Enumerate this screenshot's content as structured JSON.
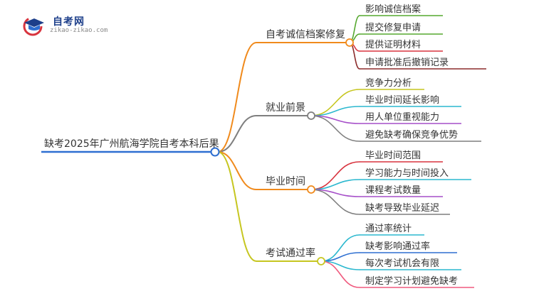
{
  "logo": {
    "brand": "自考网",
    "url": "zikao-zikao.com"
  },
  "root": {
    "label": "缺考2025年广州航海学院自考本科后果",
    "color": "#2e6fd1"
  },
  "branches": [
    {
      "label": "自考诚信档案修复",
      "color": "#f08a1c",
      "children": [
        {
          "label": "影响诚信档案",
          "color": "#55a82e"
        },
        {
          "label": "提交修复申请",
          "color": "#55a82e"
        },
        {
          "label": "提供证明材料",
          "color": "#d8343f"
        },
        {
          "label": "申请批准后撤销记录",
          "color": "#8b2b2b"
        }
      ]
    },
    {
      "label": "就业前景",
      "color": "#7f7f7f",
      "children": [
        {
          "label": "竞争力分析",
          "color": "#c6c620"
        },
        {
          "label": "毕业时间延长影响",
          "color": "#2bb8cf"
        },
        {
          "label": "用人单位重视能力",
          "color": "#a64fc9"
        },
        {
          "label": "避免缺考确保竞争优势",
          "color": "#7f7f7f"
        }
      ]
    },
    {
      "label": "毕业时间",
      "color": "#f08a1c",
      "children": [
        {
          "label": "毕业时间范围",
          "color": "#d8343f"
        },
        {
          "label": "学习能力与时间投入",
          "color": "#2bb8cf"
        },
        {
          "label": "课程考试数量",
          "color": "#a64fc9"
        },
        {
          "label": "缺考导致毕业延迟",
          "color": "#7f7f7f"
        }
      ]
    },
    {
      "label": "考试通过率",
      "color": "#c6c620",
      "children": [
        {
          "label": "通过率统计",
          "color": "#2bb8cf"
        },
        {
          "label": "缺考影响通过率",
          "color": "#2e6fd1"
        },
        {
          "label": "每次考试机会有限",
          "color": "#2bb8cf"
        },
        {
          "label": "制定学习计划避免缺考",
          "color": "#f05a7e"
        }
      ]
    }
  ]
}
